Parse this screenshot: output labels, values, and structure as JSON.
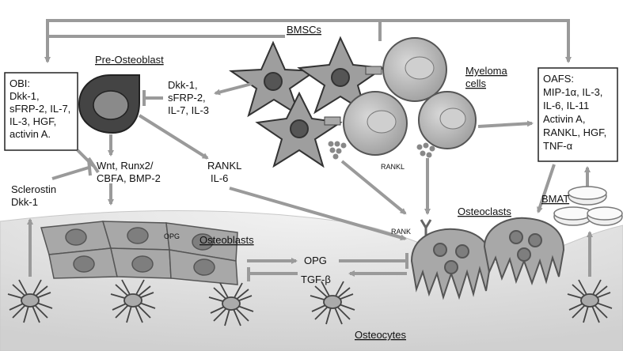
{
  "labels": {
    "bmscs": "BMSCs",
    "pre_osteoblast": "Pre-Osteoblast",
    "myeloma_cells_line1": "Myeloma",
    "myeloma_cells_line2": "cells",
    "osteoblasts": "Osteoblasts",
    "osteoclasts": "Osteoclasts",
    "osteocytes": "Osteocytes",
    "bmat": "BMAT"
  },
  "obi_box": {
    "lines": [
      "OBI:",
      "Dkk-1,",
      "sFRP-2, IL-7,",
      "IL-3, HGF,",
      "activin A."
    ]
  },
  "oafs_box": {
    "lines": [
      "OAFS:",
      "MIP-1α, IL-3,",
      "IL-6, IL-11",
      "Activin A,",
      "RANKL, HGF,",
      "TNF-α"
    ]
  },
  "factors": {
    "dkk_sfrp": [
      "Dkk-1,",
      "sFRP-2,",
      "IL-7, IL-3"
    ],
    "wnt_runx": [
      "Wnt, Runx2/",
      "CBFA, BMP-2"
    ],
    "rankl_il6": [
      "RANKL",
      "IL-6"
    ],
    "sclerostin": [
      "Sclerostin",
      "Dkk-1"
    ],
    "rankl_small": "RANKL",
    "rank": "RANK",
    "opg_small": "OPG",
    "opg": "OPG",
    "tgf_beta": "TGF-β"
  },
  "colors": {
    "arrow": "#9a9a9a",
    "cell_fill": "#a8a8a8",
    "nucleus": "#666666",
    "bone": "#dedede",
    "box_border": "#222222"
  }
}
